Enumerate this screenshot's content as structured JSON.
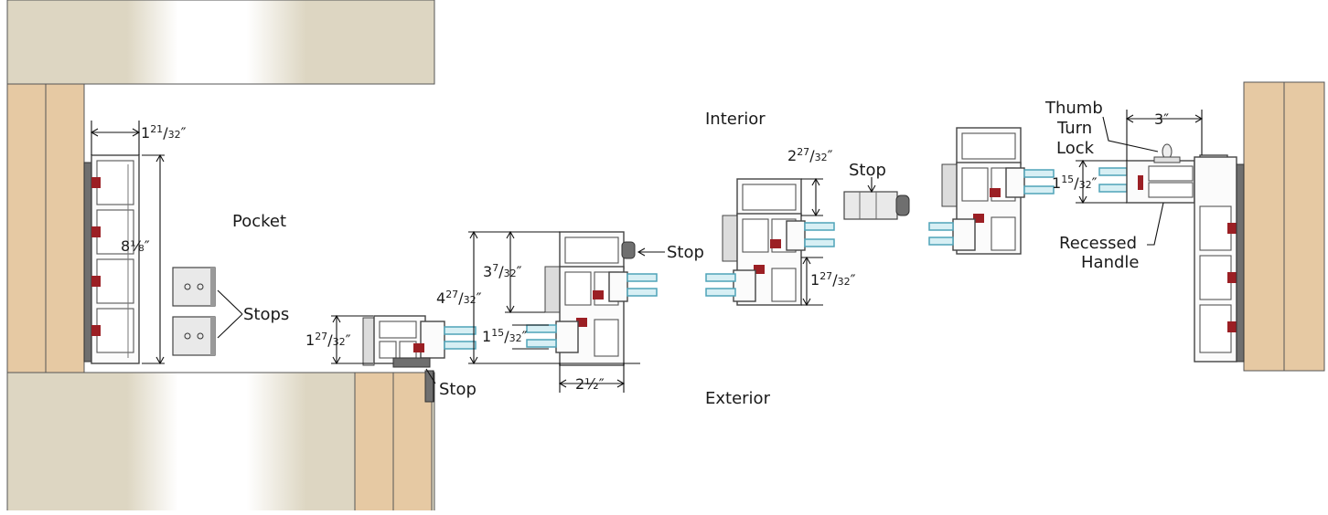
{
  "colors": {
    "wall": "#ddd6c2",
    "wood": "#e6c9a3",
    "seal_red": "#9b1f24",
    "glass_blue": "#4fa3b8",
    "gasket_gray": "#6f6f6f"
  },
  "labels": {
    "pocket": "Pocket",
    "interior": "Interior",
    "exterior": "Exterior",
    "stops": "Stops",
    "stop_bottom": "Stop",
    "stop_mid": "Stop",
    "stop_right": "Stop",
    "thumb": "Thumb",
    "turn": "Turn",
    "lock": "Lock",
    "recessed": "Recessed",
    "handle": "Handle"
  },
  "dimensions": {
    "d1_whole": "1",
    "d1_num": "21",
    "d1_den": "32",
    "d1_unit": "″",
    "d2": "8⅛″",
    "d3_whole": "1",
    "d3_num": "27",
    "d3_den": "32",
    "d3_unit": "″",
    "d4_whole": "4",
    "d4_num": "27",
    "d4_den": "32",
    "d4_unit": "″",
    "d5_whole": "3",
    "d5_num": "7",
    "d5_den": "32",
    "d5_unit": "″",
    "d6_whole": "1",
    "d6_num": "15",
    "d6_den": "32",
    "d6_unit": "″",
    "d7": "2½″",
    "d8_whole": "2",
    "d8_num": "27",
    "d8_den": "32",
    "d8_unit": "″",
    "d9_whole": "1",
    "d9_num": "27",
    "d9_den": "32",
    "d9_unit": "″",
    "d10_whole": "1",
    "d10_num": "15",
    "d10_den": "32",
    "d10_unit": "″",
    "d11": "3″"
  }
}
